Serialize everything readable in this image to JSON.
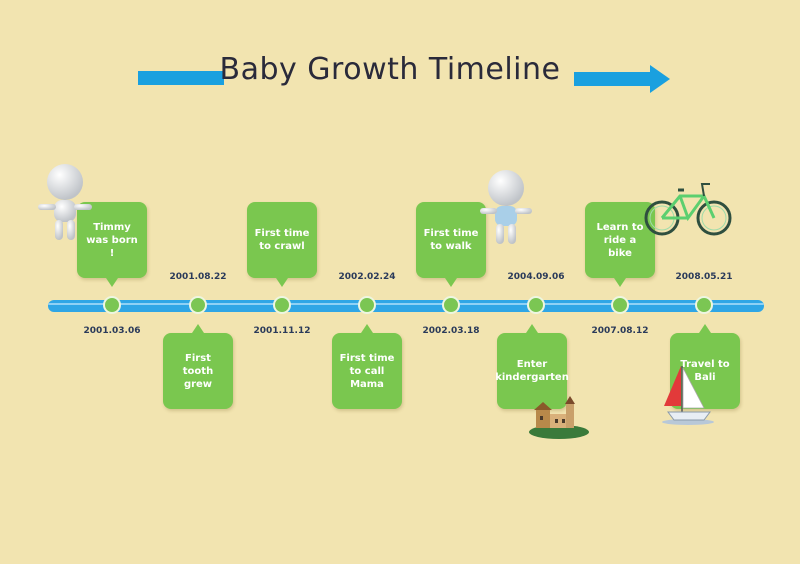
{
  "title": "Baby Growth Timeline",
  "colors": {
    "background": "#f2e4b0",
    "accent": "#1aa0df",
    "box": "#7ac74f",
    "node": "#7bc653"
  },
  "events": [
    {
      "label": "Timmy was born !",
      "date": "2001.03.06"
    },
    {
      "label": "First tooth grew",
      "date": "2001.08.22"
    },
    {
      "label": "First time to crawl",
      "date": "2001.11.12"
    },
    {
      "label": "First time to call Mama",
      "date": "2002.02.24"
    },
    {
      "label": "First time to walk",
      "date": "2002.03.18"
    },
    {
      "label": "Enter kindergarten",
      "date": "2004.09.06"
    },
    {
      "label": "Learn to ride a bike",
      "date": "2007.08.12"
    },
    {
      "label": "Travel to Bali",
      "date": "2008.05.21"
    }
  ],
  "icons": [
    "baby-figure-icon",
    "toddler-figure-icon",
    "bicycle-icon",
    "school-building-icon",
    "sailboat-icon"
  ]
}
